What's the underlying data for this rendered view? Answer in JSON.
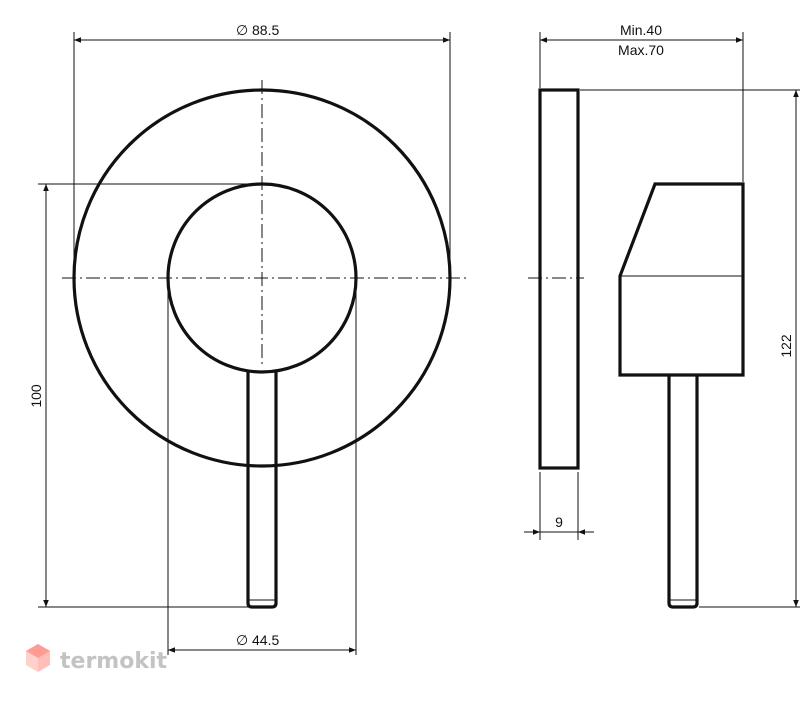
{
  "dimensions": {
    "outer_diameter": "88.5",
    "inner_diameter": "44.5",
    "height_front": "100",
    "height_side": "122",
    "min_label": "Min.40",
    "max_label": "Max.70",
    "plate_thickness": "9"
  },
  "symbols": {
    "diameter": "∅"
  },
  "watermark": {
    "brand": "termokit",
    "logo_color": "#ff8a80"
  }
}
